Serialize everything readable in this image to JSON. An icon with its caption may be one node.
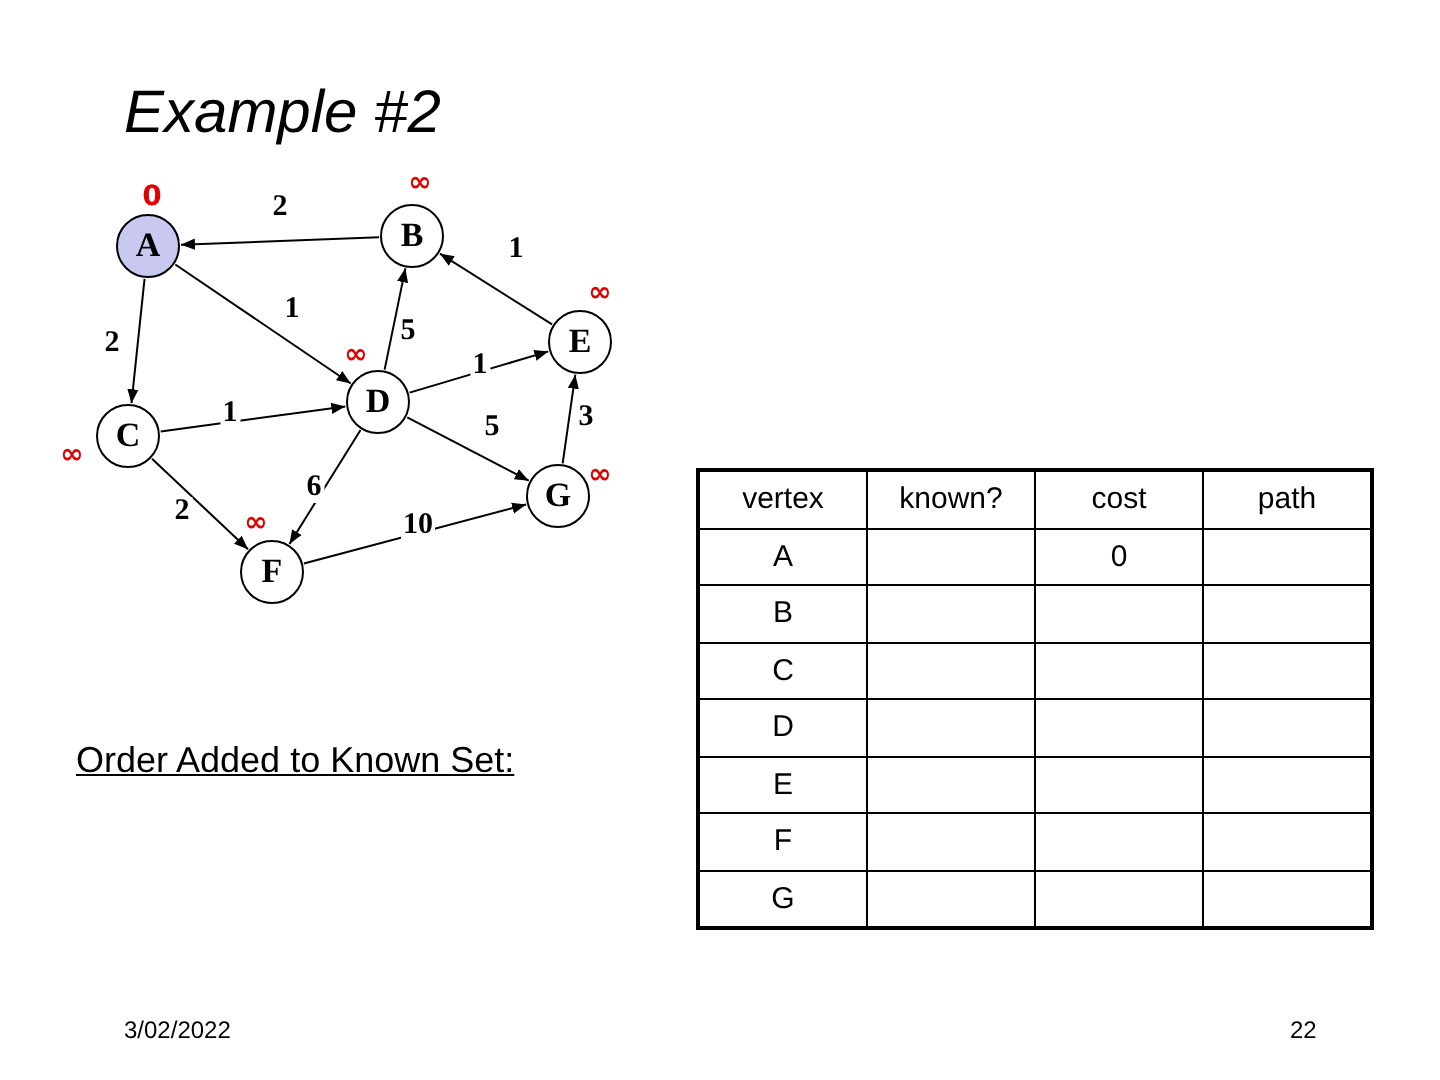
{
  "diagram": {
    "title": "Example #2",
    "nodes": [
      {
        "text": [
          "A"
        ],
        "beside": [
          "0"
        ]
      },
      {
        "text": [
          "B"
        ],
        "beside": [
          "∞"
        ]
      },
      {
        "text": [
          "C"
        ],
        "beside": [
          "∞"
        ]
      },
      {
        "text": [
          "D"
        ],
        "beside": [
          "∞"
        ]
      },
      {
        "text": [
          "E"
        ],
        "beside": [
          "∞"
        ]
      },
      {
        "text": [
          "F"
        ],
        "beside": [
          "∞"
        ]
      },
      {
        "text": [
          "G"
        ],
        "beside": [
          "∞"
        ]
      }
    ],
    "edges": [
      {
        "from": 1,
        "to": 0,
        "arrow": "to",
        "label": "2"
      },
      {
        "from": 0,
        "to": 2,
        "arrow": "to",
        "label": "2"
      },
      {
        "from": 0,
        "to": 3,
        "arrow": "to",
        "label": "1"
      },
      {
        "from": 3,
        "to": 1,
        "arrow": "to",
        "label": "5"
      },
      {
        "from": 4,
        "to": 1,
        "arrow": "to",
        "label": "1"
      },
      {
        "from": 3,
        "to": 4,
        "arrow": "to",
        "label": "1"
      },
      {
        "from": 2,
        "to": 3,
        "arrow": "to",
        "label": "1"
      },
      {
        "from": 2,
        "to": 5,
        "arrow": "to",
        "label": "2"
      },
      {
        "from": 3,
        "to": 5,
        "arrow": "to",
        "label": "6"
      },
      {
        "from": 3,
        "to": 6,
        "arrow": "to",
        "label": "5"
      },
      {
        "from": 6,
        "to": 4,
        "arrow": "to",
        "label": "3"
      },
      {
        "from": 5,
        "to": 6,
        "arrow": "to",
        "label": "10"
      }
    ],
    "labels": [
      "Order Added to Known Set:",
      "vertex",
      "known?",
      "cost",
      "path",
      "A",
      "0",
      "B",
      "C",
      "D",
      "E",
      "F",
      "G",
      "3/02/2022",
      "22"
    ]
  }
}
